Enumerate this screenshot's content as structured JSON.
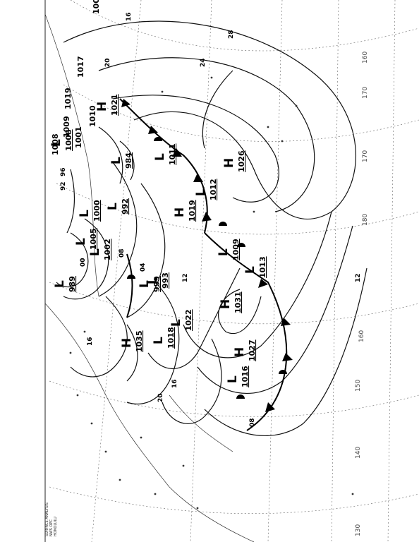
{
  "chart": {
    "caption_lines": [
      "SURFACE ANALYSIS",
      "NWS OPC",
      "HONOLULU"
    ],
    "pressure_systems": [
      {
        "type": "H",
        "value": "1026"
      },
      {
        "type": "H",
        "value": "1035"
      },
      {
        "type": "H",
        "value": "1031"
      },
      {
        "type": "H",
        "value": "1027"
      },
      {
        "type": "H",
        "value": "1019"
      },
      {
        "type": "H",
        "value": "1021"
      },
      {
        "type": "L",
        "value": "1012"
      },
      {
        "type": "L",
        "value": "1009"
      },
      {
        "type": "L",
        "value": "1013"
      },
      {
        "type": "L",
        "value": "1011"
      },
      {
        "type": "L",
        "value": "984"
      },
      {
        "type": "L",
        "value": "992"
      },
      {
        "type": "L",
        "value": "989"
      },
      {
        "type": "L",
        "value": "999"
      },
      {
        "type": "L",
        "value": "993"
      },
      {
        "type": "L",
        "value": "1005"
      },
      {
        "type": "L",
        "value": "1002"
      },
      {
        "type": "L",
        "value": "1000"
      },
      {
        "type": "L",
        "value": "1022"
      },
      {
        "type": "L",
        "value": "1018"
      },
      {
        "type": "L",
        "value": "1016"
      },
      {
        "type": "L",
        "value": "1008"
      }
    ],
    "isobar_labels": [
      "16",
      "20",
      "24",
      "28",
      "20",
      "16",
      "12",
      "08",
      "04",
      "00",
      "96",
      "92",
      "08",
      "12",
      "16"
    ],
    "longitude_labels": [
      "130",
      "140",
      "150",
      "160",
      "170",
      "180",
      "170",
      "160"
    ],
    "top_labels": [
      "100",
      "1017",
      "1019",
      "1010",
      "1009",
      "1001",
      "1008"
    ]
  }
}
